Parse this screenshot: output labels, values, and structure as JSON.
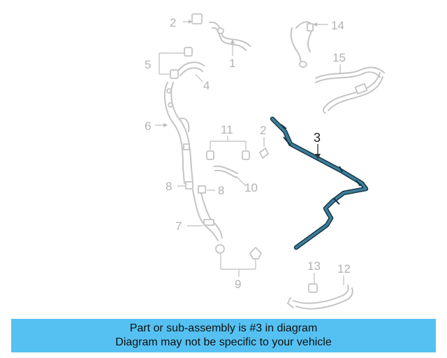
{
  "callouts": {
    "n1": "1",
    "n2a": "2",
    "n2b": "2",
    "n3": "3",
    "n4": "4",
    "n5": "5",
    "n6": "6",
    "n7": "7",
    "n8a": "8",
    "n8b": "8",
    "n9": "9",
    "n10": "10",
    "n11": "11",
    "n12": "12",
    "n13": "13",
    "n14": "14",
    "n15": "15"
  },
  "highlighted_part": "3",
  "colors": {
    "banner_bg": "#55c1f2",
    "highlight_fill": "#3c7f9c",
    "highlight_stroke": "#163745",
    "ghost_parts": "#c4c4c4"
  },
  "banner": {
    "line1": "Part or sub-assembly is #3 in diagram",
    "line2": "Diagram may not be specific to your vehicle"
  }
}
